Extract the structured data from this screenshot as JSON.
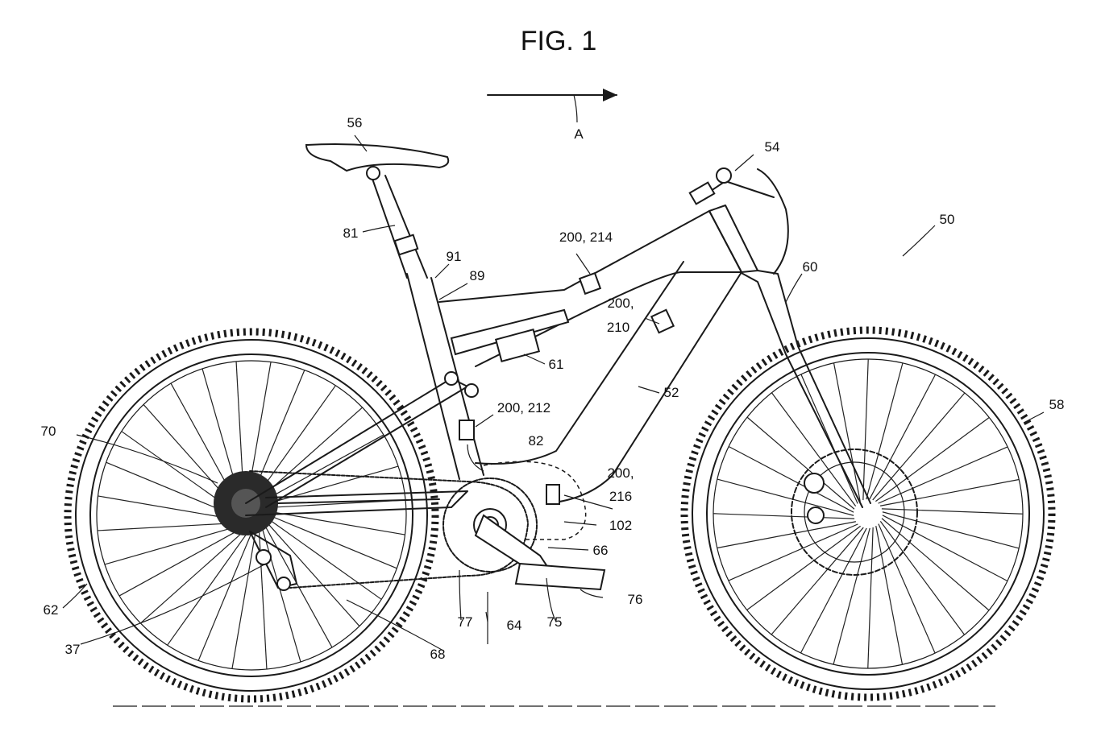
{
  "figure": {
    "title": "FIG. 1",
    "direction_label": "A"
  },
  "labels": {
    "bicycle": "50",
    "frame": "52",
    "handlebar": "54",
    "saddle": "56",
    "front_wheel": "58",
    "front_fork": "60",
    "rear_shock": "61",
    "rear_wheel": "62",
    "drive_train": "64",
    "front_sprocket": "66",
    "chain": "68",
    "rear_sprockets": "70",
    "crank_arm": "75",
    "pedal": "76",
    "crank_axle": "77",
    "seatpost": "81",
    "chain_guide": "82",
    "link_89": "89",
    "link_91": "91",
    "housing_102": "102",
    "derailleur_37": "37",
    "sensor_214": "200, 214",
    "sensor_210_top": "200,",
    "sensor_210_bottom": "210",
    "sensor_212": "200, 212",
    "sensor_216_top": "200,",
    "sensor_216_bottom": "216"
  }
}
